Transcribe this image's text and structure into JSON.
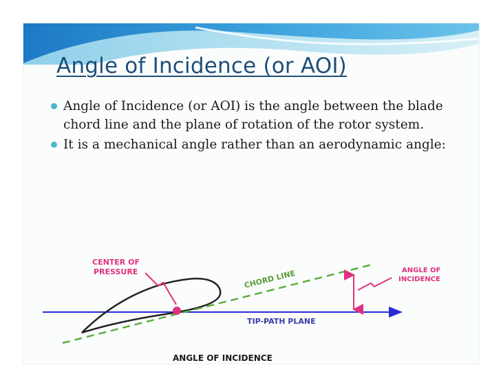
{
  "slide": {
    "title": "Angle of Incidence (or AOI)",
    "bullets": [
      "Angle of Incidence (or AOI) is the angle between the blade chord line and the plane of rotation of the rotor system.",
      "It is a mechanical angle rather than an aerodynamic angle:"
    ],
    "colors": {
      "header_wave": "#2f8fd0",
      "header_light": "#bfe6f2",
      "title": "#1f4e79",
      "bullet": "#4bb8c9"
    }
  },
  "diagram": {
    "labels": {
      "center_of_pressure_1": "CENTER OF",
      "center_of_pressure_2": "PRESSURE",
      "chord_line": "CHORD LINE",
      "angle_of_incidence_1": "ANGLE OF",
      "angle_of_incidence_2": "INCIDENCE",
      "tip_path_plane": "TIP-PATH PLANE",
      "caption": "ANGLE OF INCIDENCE"
    },
    "colors": {
      "airfoil": "#222222",
      "chord_line": "#5cae3e",
      "tip_path_plane": "#2a2ad6",
      "pressure": "#e0307c",
      "tip_path_label": "#3a3aa8",
      "chord_label": "#5a9a3a",
      "caption": "#1a1a1a"
    }
  }
}
